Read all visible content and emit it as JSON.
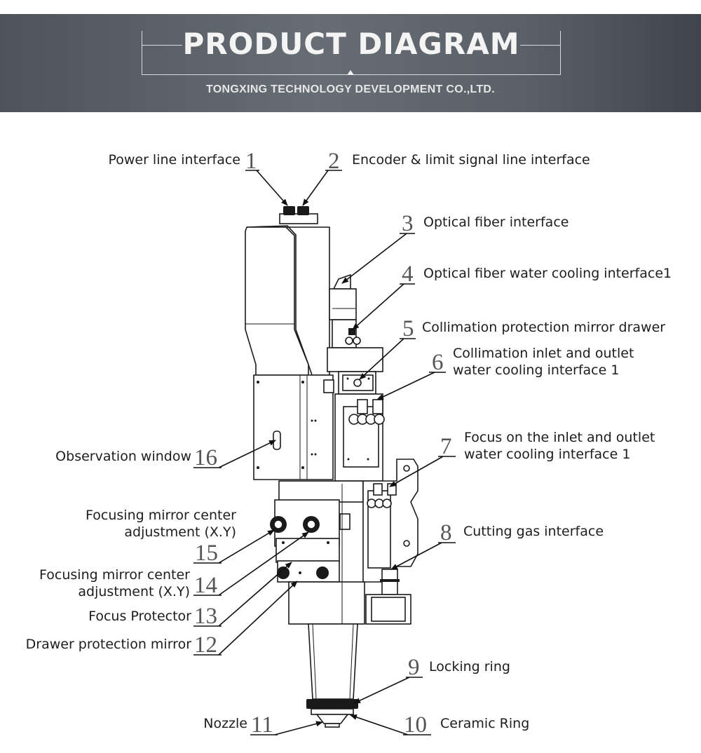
{
  "header": {
    "title": "PRODUCT DIAGRAM",
    "company": "TONGXING TECHNOLOGY DEVELOPMENT CO.,LTD."
  },
  "callouts": [
    {
      "num": "1",
      "text": "Power line interface"
    },
    {
      "num": "2",
      "text": "Encoder & limit signal line interface"
    },
    {
      "num": "3",
      "text": "Optical fiber interface"
    },
    {
      "num": "4",
      "text": "Optical fiber water cooling interface1"
    },
    {
      "num": "5",
      "text": "Collimation protection mirror drawer"
    },
    {
      "num": "6",
      "text": [
        "Collimation inlet and outlet",
        "water cooling interface 1"
      ]
    },
    {
      "num": "7",
      "text": [
        "Focus on the inlet and outlet",
        "water cooling interface 1"
      ]
    },
    {
      "num": "8",
      "text": "Cutting gas interface"
    },
    {
      "num": "9",
      "text": "Locking ring"
    },
    {
      "num": "10",
      "text": "Ceramic Ring"
    },
    {
      "num": "11",
      "text": "Nozzle"
    },
    {
      "num": "12",
      "text": "Drawer protection mirror"
    },
    {
      "num": "13",
      "text": "Focus Protector"
    },
    {
      "num": "14",
      "text": [
        "Focusing mirror center",
        "adjustment (X.Y)"
      ]
    },
    {
      "num": "15",
      "text": [
        "Focusing mirror center",
        "adjustment (X.Y)"
      ]
    },
    {
      "num": "16",
      "text": "Observation window"
    }
  ]
}
